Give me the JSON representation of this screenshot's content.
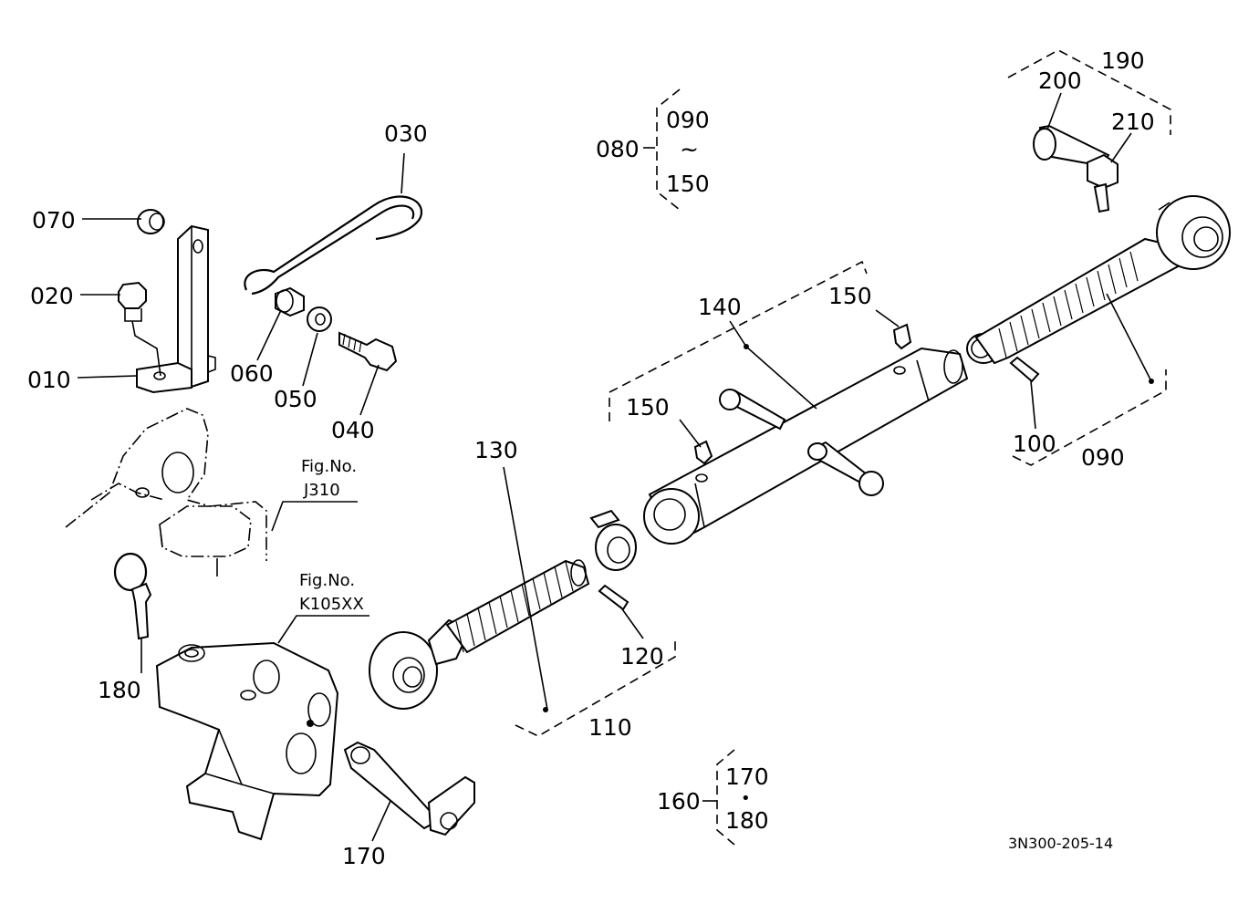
{
  "callouts": {
    "c010": "010",
    "c020": "020",
    "c030": "030",
    "c040": "040",
    "c050": "050",
    "c060": "060",
    "c070": "070",
    "c080": "080",
    "c090_group": "090",
    "c090_top": "090",
    "c100": "100",
    "c110": "110",
    "c120": "120",
    "c130": "130",
    "c140": "140",
    "c150_top": "150",
    "c150_bracket": "150",
    "c150_mid": "150",
    "c160": "160",
    "c170_bracket": "170",
    "c170": "170",
    "c180_bracket": "180",
    "c180": "180",
    "c190": "190",
    "c200": "200",
    "c210": "210",
    "tilde": "~",
    "dot": "•"
  },
  "figure_refs": {
    "j310_line1": "Fig.No.",
    "j310_line2": "J310",
    "k105_line1": "Fig.No.",
    "k105_line2": "K105XX"
  },
  "drawing_code": "3N300-205-14"
}
